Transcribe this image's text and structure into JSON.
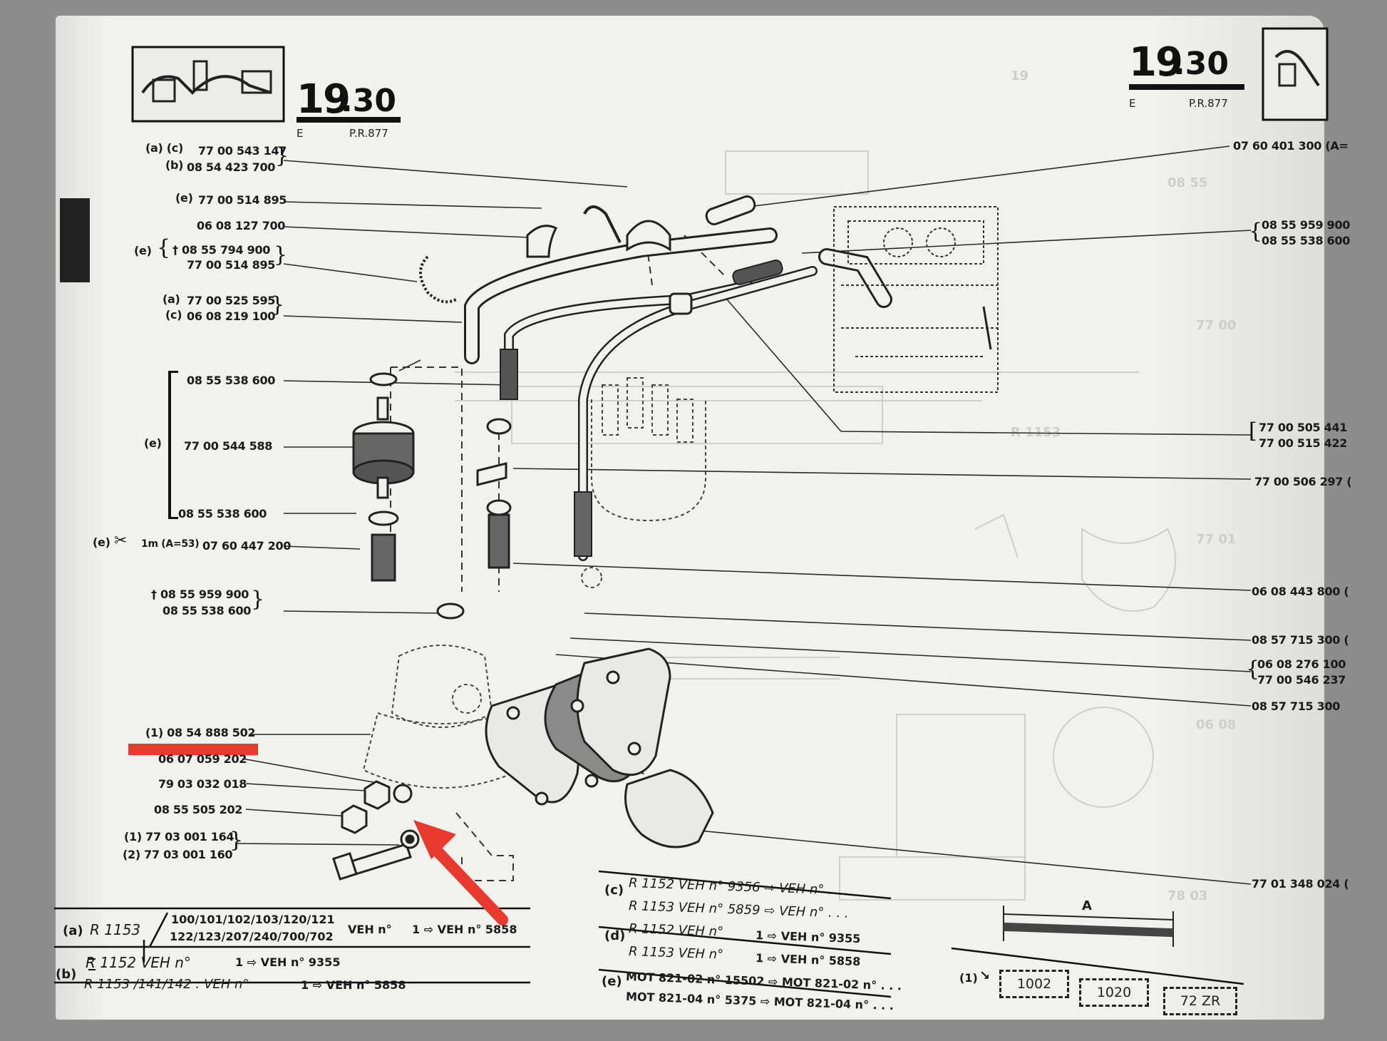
{
  "header_left": {
    "number": "19",
    "sub": ".30",
    "letter": "E",
    "ref": "P.R.877"
  },
  "header_right": {
    "number": "19",
    "sub": ".30",
    "letter": "E",
    "ref": "P.R.877"
  },
  "left_labels": {
    "a_c": "(a) (c)",
    "p1": "77 00 543 147",
    "b": "(b)",
    "p2": "08 54 423 700",
    "e1": "(e)",
    "p3": "77 00 514 895",
    "p4": "06 08 127 700",
    "e2": "(e)",
    "p5": "† 08 55 794 900",
    "p6": "77 00 514 895",
    "a2": "(a)",
    "p7": "77 00 525 595",
    "c2": "(c)",
    "p8": "06 08 219 100",
    "p9": "08 55 538 600",
    "e3": "(e)",
    "p10": "77 00 544 588",
    "p11": "08 55 538 600",
    "e4": "(e)",
    "cut": "1m (A=53)",
    "p12": "07 60 447 200",
    "p13": "† 08 55 959 900",
    "p14": "08 55 538 600",
    "p15": "(1) 08 54 888 502",
    "p16": "06 07 059 202",
    "p17": "79 03 032 018",
    "p18": "08 55 505 202",
    "p19": "(1)  77 03 001 164",
    "p20": "(2)  77 03 001 160"
  },
  "right_labels": {
    "r1": "07 60 401 300 (A=",
    "r2": "08 55 959 900",
    "r3": "08 55 538 600",
    "r4": "77 00 505 441",
    "r5": "77 00 515 422",
    "r6": "77 00 506 297 (",
    "r7": "06 08 443 800 (",
    "r8": "08 57 715 300 (",
    "r9": "06 08 276 100",
    "r10": "77 00 546 237",
    "r11": "08 57 715 300",
    "r12": "77 01 348 024 ("
  },
  "notes": {
    "a_tag": "(a)",
    "a_model": "R 1153",
    "a_list1": "100/101/102/103/120/121",
    "a_list2": "122/123/207/240/700/702",
    "a_veh": "VEH n°",
    "a_range": "1 ⇨ VEH n° 5858",
    "b_tag": "(b)",
    "b_l1_model": "R 1152  VEH n°",
    "b_l1_range": "1 ⇨ VEH n° 9355",
    "b_l2_model": "R 1153  /141/142 : VEH n°",
    "b_l2_range": "1 ⇨ VEH n° 5858",
    "c_tag": "(c)",
    "c_l1": "R 1152  VEH n°  9356 ⇨ VEH n° . . .",
    "c_l2": "R 1153  VEH n°  5859 ⇨ VEH n° . . .",
    "d_tag": "(d)",
    "d_l1_model": "R 1152  VEH n°",
    "d_l1_range": "1 ⇨ VEH n°  9355",
    "d_l2_model": "R 1153  VEH n°",
    "d_l2_range": "1 ⇨ VEH n°  5858",
    "e_tag": "(e)",
    "e_l1": "MOT 821-02 n°  15502 ⇨ MOT 821-02 n° . . .",
    "e_l2": "MOT 821-04 n°   5375 ⇨ MOT 821-04 n° . . ."
  },
  "hose_diagram": {
    "label": "A"
  },
  "codes": {
    "tag": "(1)",
    "c1": "1002",
    "c2": "1020",
    "c3": "72 ZR"
  },
  "annotation_colors": {
    "marker": "#e8392f",
    "ink": "#1a1a1a",
    "paper": "#f1f1ee"
  }
}
